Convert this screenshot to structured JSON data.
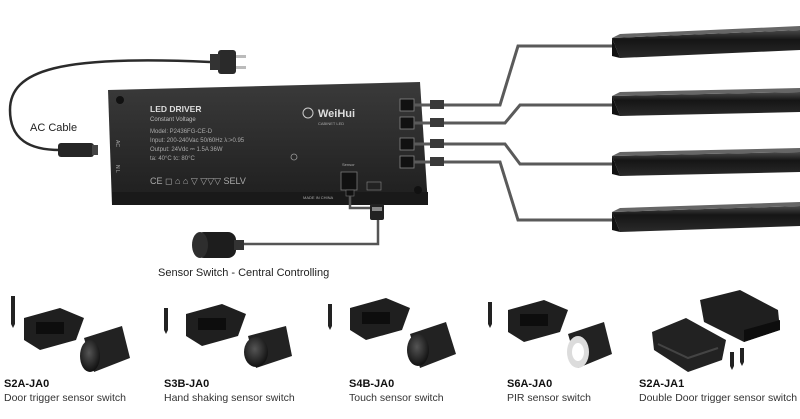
{
  "labels": {
    "ac_cable": "AC Cable",
    "sensor_switch": "Sensor Switch - Central Controlling"
  },
  "driver": {
    "title": "LED DRIVER",
    "subtitle": "Constant Voltage",
    "model": "Model: P2436FG-CE-D",
    "input": "Input: 200-240Vac   50/60Hz   λ:>0.95",
    "output": "Output: 24Vdc ⎓ 1.5A   36W",
    "temps": "ta: 40°C   tc: 80°C",
    "brand": "WeiHui",
    "brand_sub": "CABINET LED",
    "made_in": "MADE IN CHINA",
    "sensor_port": "Sensor",
    "marks": "CE ◻ ⌂ ⌂ ▽ ▽▽▽ SELV"
  },
  "products": [
    {
      "model": "S2A-JA0",
      "desc": "Door trigger sensor switch"
    },
    {
      "model": "S3B-JA0",
      "desc": "Hand shaking sensor switch"
    },
    {
      "model": "S4B-JA0",
      "desc": "Touch sensor switch"
    },
    {
      "model": "S6A-JA0",
      "desc": "PIR sensor switch"
    },
    {
      "model": "S2A-JA1",
      "desc": "Double Door trigger sensor switch"
    }
  ],
  "colors": {
    "housing": "#2a2a2a",
    "cable": "#555555",
    "profile": "#1c1c1c"
  }
}
